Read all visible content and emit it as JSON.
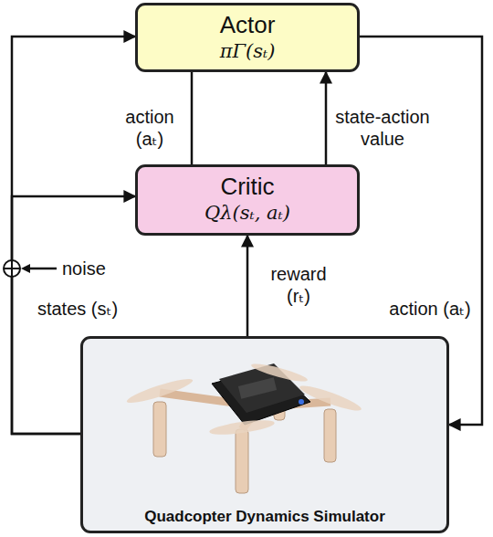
{
  "diagram": {
    "nodes": [
      {
        "text": [
          "Actor",
          "πΓ(sₜ)"
        ]
      },
      {
        "text": [
          "Critic",
          "Qλ(sₜ, aₜ)"
        ]
      },
      {
        "text": [
          "Quadcopter Dynamics Simulator"
        ]
      }
    ],
    "edges": [
      {
        "from": 0,
        "to": 1,
        "label": "action (aₜ)",
        "arrow": "none"
      },
      {
        "from": 1,
        "to": 0,
        "label": "state-action value",
        "arrow": "to"
      },
      {
        "from": 2,
        "to": 1,
        "label": "reward (rₜ)",
        "arrow": "to"
      },
      {
        "from": 0,
        "to": 2,
        "label": "action (aₜ)",
        "arrow": "to"
      },
      {
        "from": 2,
        "to": 0,
        "label": "states (sₜ)",
        "arrow": "to"
      },
      {
        "from": 2,
        "to": 1,
        "arrow": "to"
      }
    ],
    "labels": [
      "noise"
    ]
  }
}
